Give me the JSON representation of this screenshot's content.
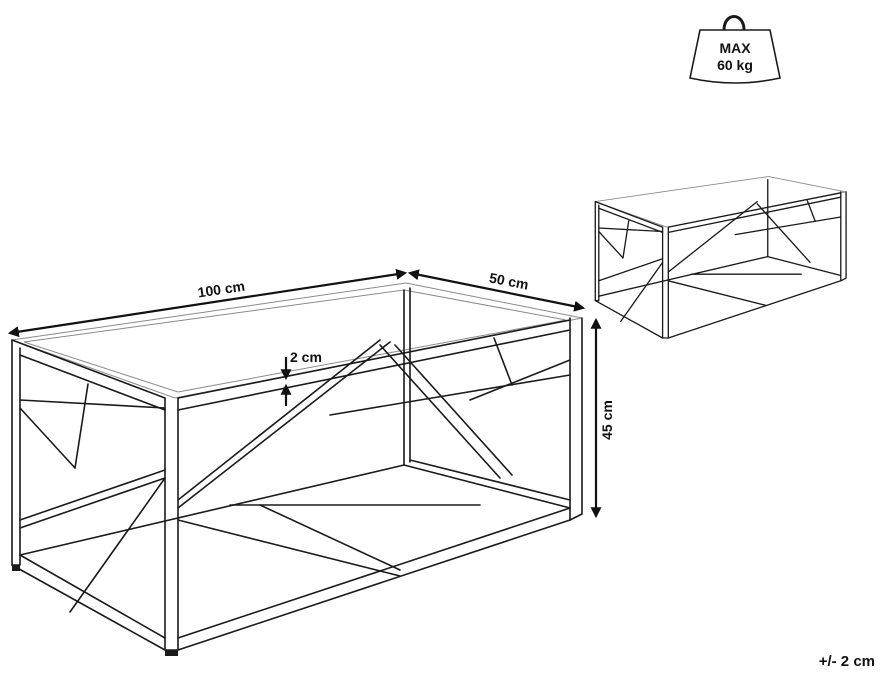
{
  "dimensions": {
    "length": "100 cm",
    "depth": "50 cm",
    "height": "45 cm",
    "glass_thickness": "2 cm"
  },
  "load": {
    "line1": "MAX",
    "line2": "60 kg"
  },
  "tolerance": "+/- 2 cm"
}
